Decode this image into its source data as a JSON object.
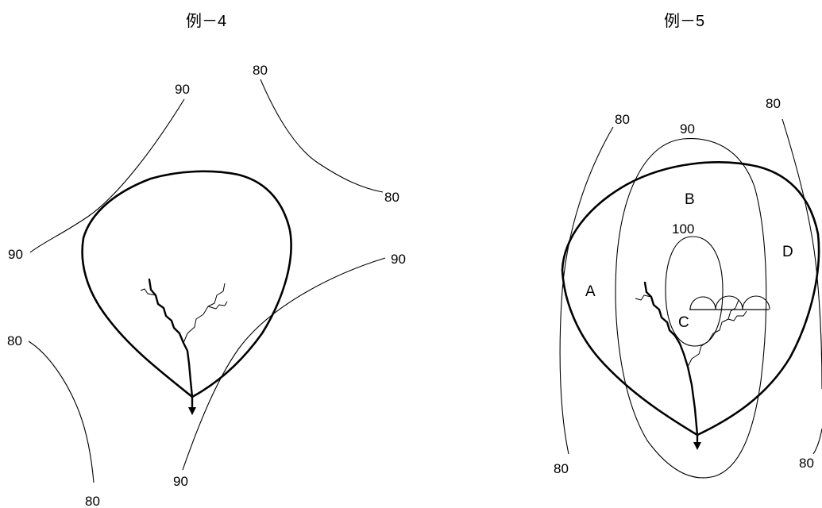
{
  "example4": {
    "title": "例－4",
    "contour_labels": [
      "90",
      "80",
      "80",
      "90",
      "90",
      "80",
      "90",
      "80"
    ]
  },
  "example5": {
    "title": "例－5",
    "contour_labels": [
      "80",
      "90",
      "80",
      "100",
      "80",
      "80"
    ],
    "zones": [
      "B",
      "A",
      "D",
      "C"
    ]
  }
}
